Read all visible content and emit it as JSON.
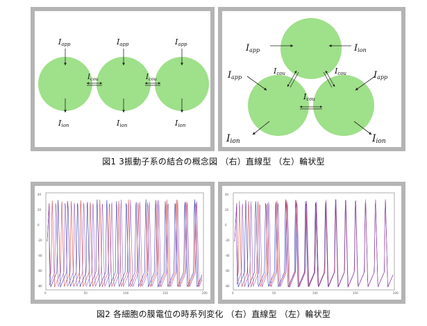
{
  "figure1": {
    "caption": "図1 3振動子系の結合の概念図 （右）直線型 （左）輪状型",
    "left": {
      "labels": [
        "I_app",
        "I_app",
        "I_app",
        "I_cou",
        "I_cou",
        "I_ion",
        "I_ion",
        "I_ion"
      ]
    },
    "right": {
      "labels": [
        "I_app",
        "I_ion",
        "I_app",
        "I_cou",
        "I_cou",
        "I_app",
        "I_cou",
        "I_ion",
        "I_ion"
      ]
    },
    "circle_color": "#9fe08a"
  },
  "figure2": {
    "caption": "図2 各細胞の膜電位の時系列変化 （右）直線型 （左）輪状型",
    "x_ticks": [
      "0",
      "50",
      "100",
      "150",
      "200"
    ],
    "y_ticks": [
      "40",
      "20",
      "0",
      "-20",
      "-40",
      "-60",
      "-80"
    ],
    "series_colors": [
      "#2b2b9e",
      "#d43a3a",
      "#8a4fc8"
    ]
  }
}
